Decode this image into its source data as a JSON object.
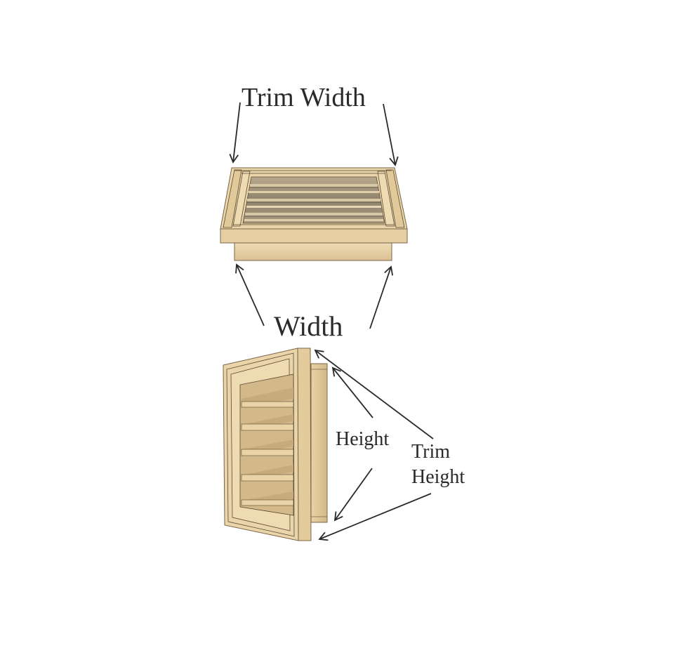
{
  "diagram": {
    "labels": {
      "trim_width": "Trim Width",
      "width": "Width",
      "height": "Height",
      "trim_height_line1": "Trim",
      "trim_height_line2": "Height"
    },
    "objects": [
      {
        "id": "top-view-vent",
        "description": "Rectangular wooden louvered gable vent viewed from above, showing trim frame and louvers"
      },
      {
        "id": "side-view-vent",
        "description": "Rectangular wooden louvered gable vent viewed from front-side angle, showing trim frame, five louvers and back box"
      }
    ],
    "colors": {
      "wood_light": "#ecd7ae",
      "wood_mid": "#dcc193",
      "wood_dark": "#c4a676",
      "louver_shadow": "#8a7f6d",
      "outline": "#5a4a35",
      "arrow": "#2a2a2a",
      "background": "#ffffff"
    }
  }
}
